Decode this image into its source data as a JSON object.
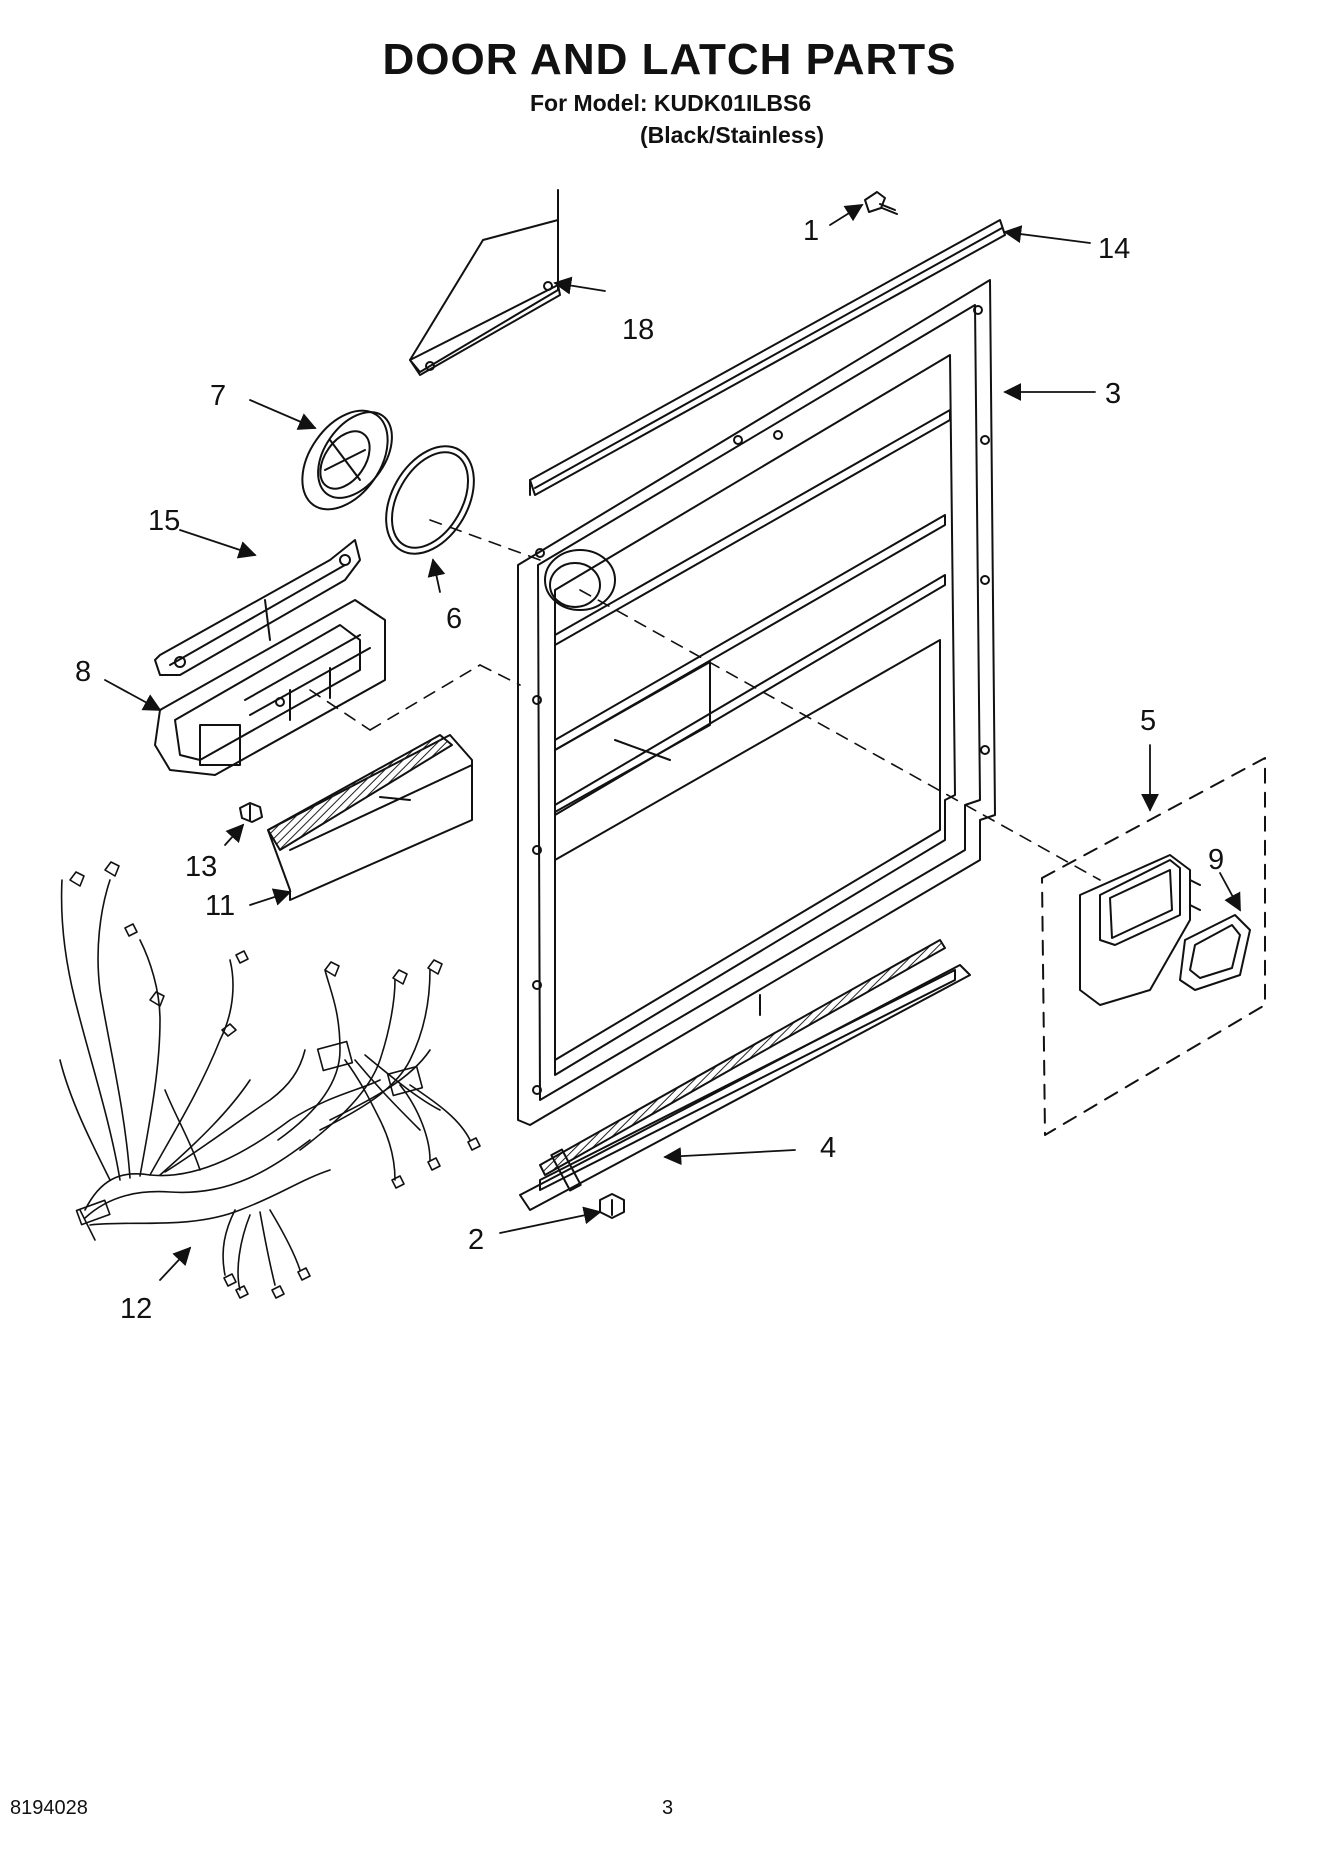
{
  "header": {
    "title": "DOOR AND LATCH PARTS",
    "model_line": "For Model: KUDK01ILBS6",
    "variant_line": "(Black/Stainless)"
  },
  "callouts": {
    "c1": "1",
    "c2": "2",
    "c3": "3",
    "c4": "4",
    "c5": "5",
    "c6": "6",
    "c7": "7",
    "c8": "8",
    "c9": "9",
    "c11": "11",
    "c12": "12",
    "c13": "13",
    "c14": "14",
    "c15": "15",
    "c18": "18"
  },
  "footer": {
    "doc_number": "8194028",
    "page_number": "3"
  }
}
